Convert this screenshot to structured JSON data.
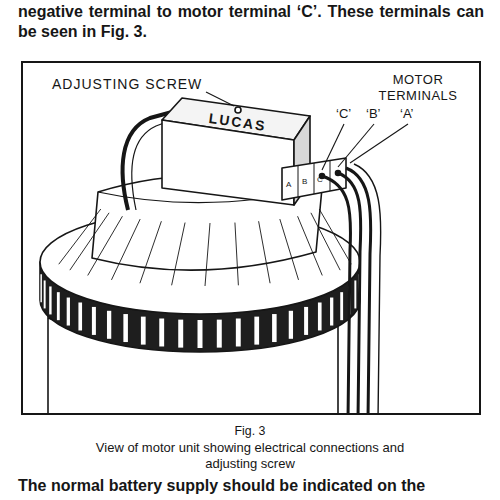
{
  "diagram": {
    "caption": "Fig. 3",
    "labels": [
      "negative terminal to motor terminal ‘C’. These terminals can be seen in Fig. 3.",
      "ADJUSTING SCREW",
      "MOTOR TERMINALS",
      "‘C’",
      "‘B’",
      "‘A’",
      "LUCAS",
      "A",
      "B",
      "C",
      "View of motor unit showing electrical connections and adjusting screw",
      "The normal battery supply should be indicated on the"
    ]
  }
}
